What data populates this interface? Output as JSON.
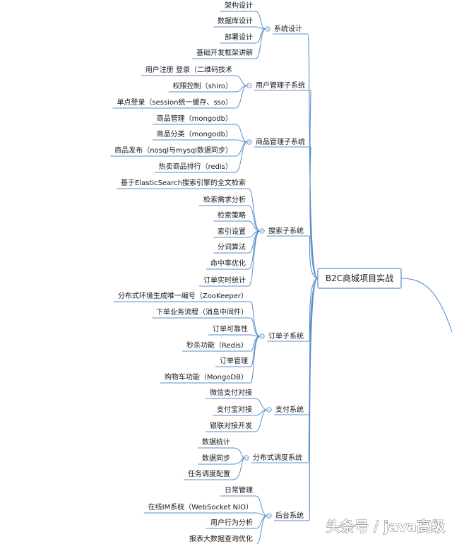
{
  "root": {
    "label": "B2C商城项目实战"
  },
  "branches": [
    {
      "label": "系统设计",
      "children": [
        "架构设计",
        "数据库设计",
        "部署设计",
        "基础开发框架讲解"
      ]
    },
    {
      "label": "用户管理子系统",
      "children": [
        "用户注册 登录（二维码技术",
        "权限控制（shiro）",
        "单点登录（session统一缓存、sso）"
      ]
    },
    {
      "label": "商品管理子系统",
      "children": [
        "商品管理（mongodb）",
        "商品分类（mongodb）",
        "商品发布（nosql与mysql数据同步）",
        "热卖商品排行（redis）"
      ]
    },
    {
      "label": "搜索子系统",
      "children": [
        "基于ElasticSearch搜索引擎的全文检索",
        "检索需求分析",
        "检索策略",
        "索引设置",
        "分词算法",
        "命中率优化",
        "订单实时统计"
      ]
    },
    {
      "label": "订单子系统",
      "children": [
        "分布式环境生成唯一编号（ZooKeeper）",
        "下单业务流程（消息中间件）",
        "订单可靠性",
        "秒杀功能（Redis）",
        "订单管理",
        "购物车功能（MongoDB）"
      ]
    },
    {
      "label": "支付系统",
      "children": [
        "微信支付对接",
        "支付宝对接",
        "银联对接开发"
      ]
    },
    {
      "label": "分布式调度系统",
      "children": [
        "数据统计",
        "数据同步",
        "任务调度配置"
      ]
    },
    {
      "label": "后台系统",
      "children": [
        "日常管理",
        "在线IM系统（WebSocket NIO）",
        "用户行为分析",
        "报表大数据查询优化"
      ]
    }
  ],
  "watermark": "头条号 / java高级",
  "colors": {
    "line": "#5b8fc7",
    "node_border": "#5b8fc7",
    "root_fill": "#ffffff",
    "text": "#1a1a1a"
  }
}
